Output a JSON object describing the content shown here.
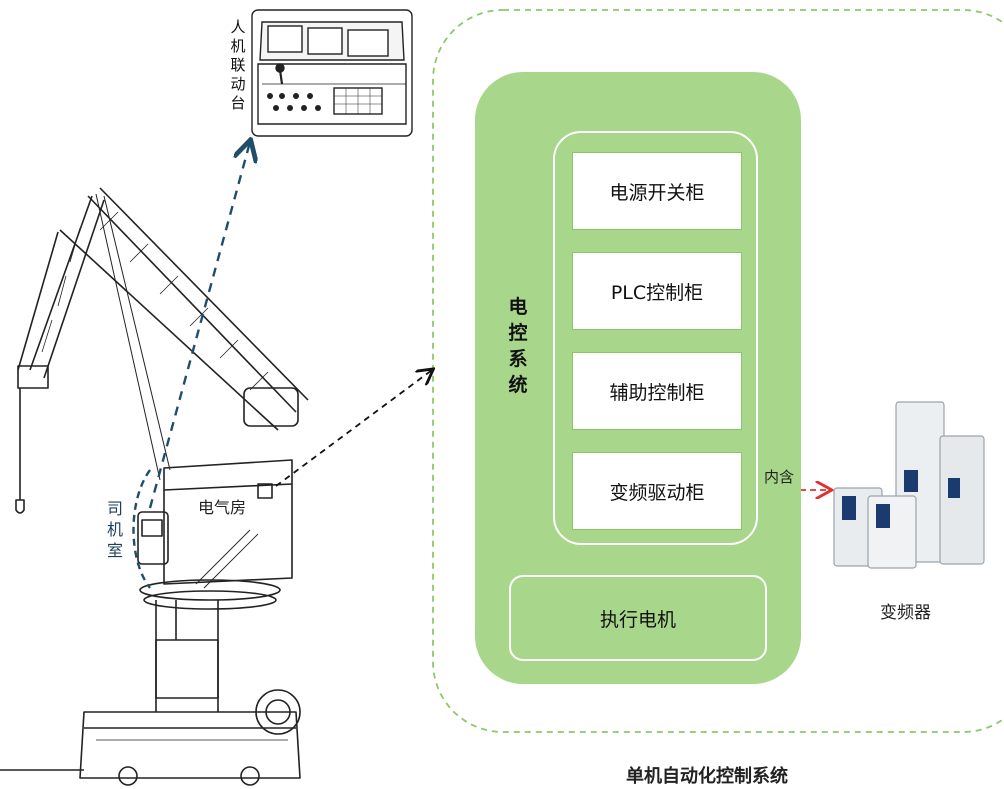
{
  "title": "单机自动化控制系统",
  "control_system_label": "电控系统",
  "cabinets": [
    "电源开关柜",
    "PLC控制柜",
    "辅助控制柜",
    "变频驱动柜"
  ],
  "motor_label": "执行电机",
  "contains_label": "内含",
  "inverter_label": "变频器",
  "console_label": "人机联动台",
  "cab_label": "司机室",
  "electric_room_label": "电气房",
  "colors": {
    "panel_green": "#a8d68b",
    "dashed_green": "#8cc96a",
    "arrow_blue": "#1f4e6b",
    "arrow_red": "#e23030"
  }
}
